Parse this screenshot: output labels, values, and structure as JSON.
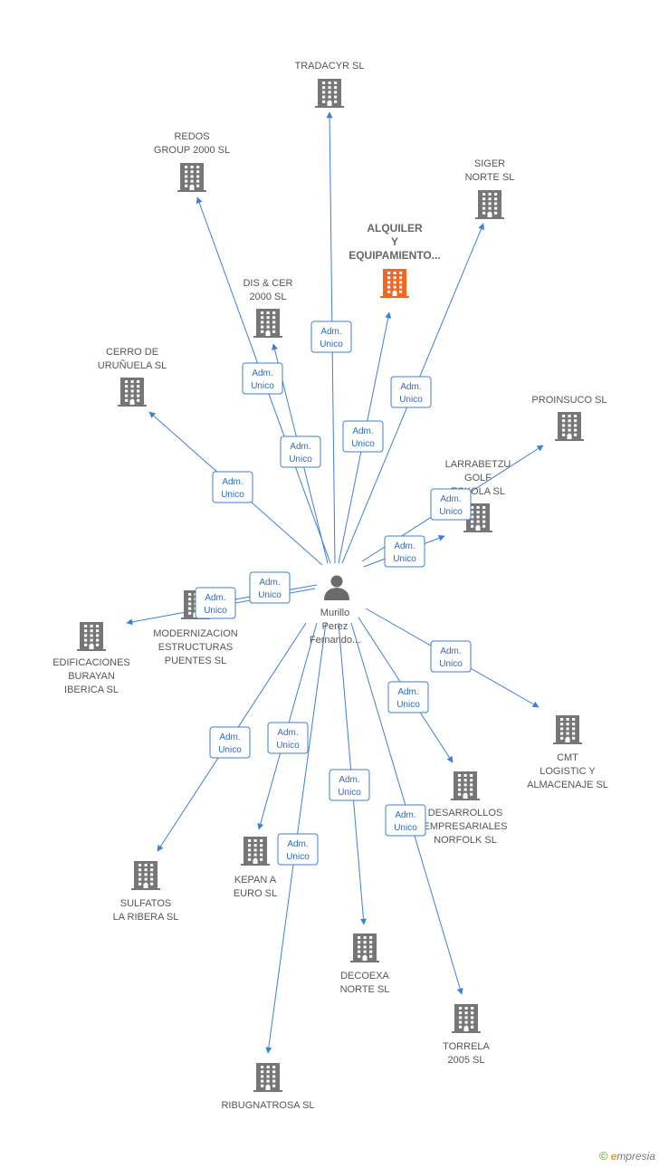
{
  "colors": {
    "edge": "#3d7fd6",
    "building": "#767676",
    "building_highlight": "#f26522",
    "person": "#6b6b6b"
  },
  "center": {
    "icon": "person-icon",
    "label_lines": [
      "Murillo",
      "Perez",
      "Fernando..."
    ]
  },
  "edge_label": [
    "Adm.",
    "Unico"
  ],
  "companies": [
    {
      "id": "tradacyr",
      "lines": [
        "TRADACYR SL"
      ]
    },
    {
      "id": "redos",
      "lines": [
        "REDOS",
        "GROUP 2000 SL"
      ]
    },
    {
      "id": "siger",
      "lines": [
        "SIGER",
        "NORTE SL"
      ]
    },
    {
      "id": "alquiler",
      "lines": [
        "ALQUILER",
        "Y",
        "EQUIPAMIENTO..."
      ],
      "highlight": true
    },
    {
      "id": "discer",
      "lines": [
        "DIS & CER",
        "2000 SL"
      ]
    },
    {
      "id": "cerro",
      "lines": [
        "CERRO DE",
        "URUÑUELA SL"
      ]
    },
    {
      "id": "proinsuco",
      "lines": [
        "PROINSUCO SL"
      ]
    },
    {
      "id": "larrabetzu",
      "lines": [
        "LARRABETZU",
        "GOLF",
        "ESKOLA SL"
      ]
    },
    {
      "id": "modernizacion",
      "lines": [
        "MODERNIZACION",
        "ESTRUCTURAS",
        "PUENTES SL"
      ]
    },
    {
      "id": "edificaciones",
      "lines": [
        "EDIFICACIONES",
        "BURAYAN",
        "IBERICA SL"
      ]
    },
    {
      "id": "cmt",
      "lines": [
        "CMT",
        "LOGISTIC Y",
        "ALMACENAJE SL"
      ]
    },
    {
      "id": "desarrollos",
      "lines": [
        "DESARROLLOS",
        "EMPRESARIALES",
        "NORFOLK SL"
      ]
    },
    {
      "id": "sulfatos",
      "lines": [
        "SULFATOS",
        "LA RIBERA  SL"
      ]
    },
    {
      "id": "kepan",
      "lines": [
        "KEPAN A",
        "EURO SL"
      ]
    },
    {
      "id": "decoexa",
      "lines": [
        "DECOEXA",
        "NORTE SL"
      ]
    },
    {
      "id": "torrela",
      "lines": [
        "TORRELA",
        "2005 SL"
      ]
    },
    {
      "id": "ribugnatrosa",
      "lines": [
        "RIBUGNATROSA SL"
      ]
    }
  ],
  "footer": {
    "copyright": "©",
    "brand_initial": "e",
    "brand_rest": "mpresia"
  }
}
